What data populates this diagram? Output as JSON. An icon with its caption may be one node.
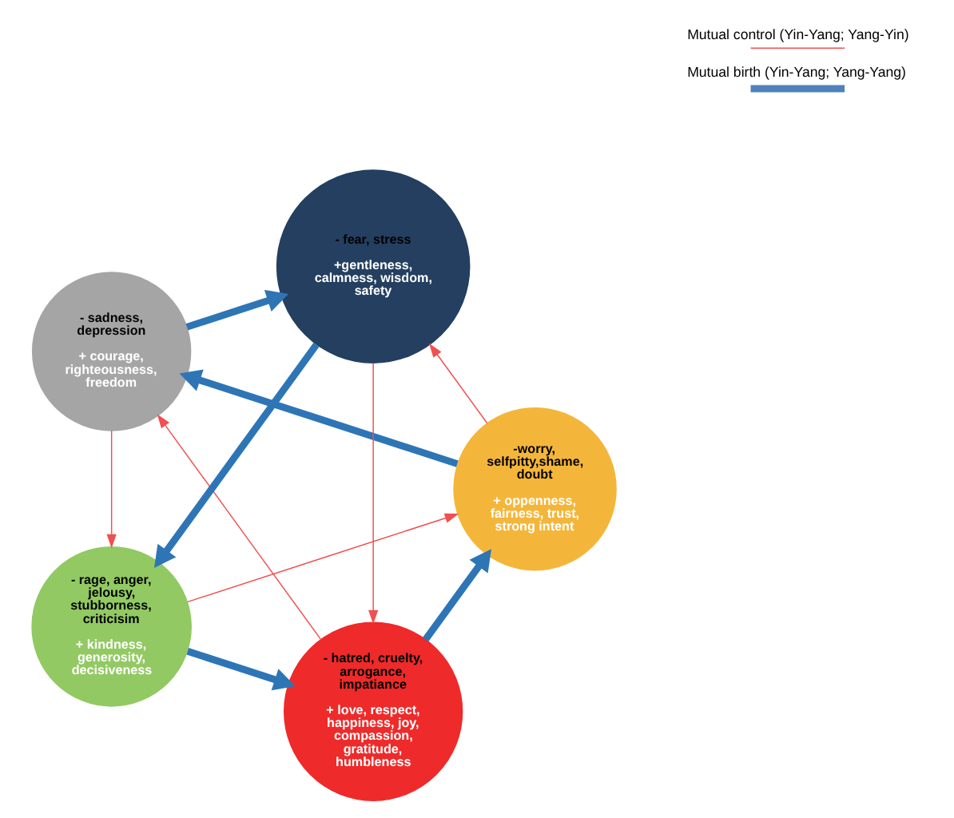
{
  "diagram": {
    "nodes": [
      {
        "text": [
          "- hatred, cruelty, arrogance, impatiance",
          "+ love, respect, happiness, joy, compassion, gratitude, humbleness"
        ]
      },
      {
        "text": [
          "-worry, selfpitty,shame, doubt",
          "+ oppenness, fairness, trust, strong intent"
        ]
      },
      {
        "text": [
          "- sadness, depression",
          "+ courage, righteousness, freedom"
        ]
      },
      {
        "text": [
          "- fear, stress",
          "+gentleness, calmness, wisdom, safety"
        ]
      },
      {
        "text": [
          "- rage, anger, jelousy, stubborness, criticisim",
          "+ kindness, generosity, decisiveness"
        ]
      }
    ],
    "edges": [
      {
        "from": 4,
        "to": 0,
        "arrow": "to",
        "style": "thick",
        "color": "#2e75b6"
      },
      {
        "from": 0,
        "to": 1,
        "arrow": "to",
        "style": "thick",
        "color": "#2e75b6"
      },
      {
        "from": 1,
        "to": 2,
        "arrow": "to",
        "style": "thick",
        "color": "#2e75b6"
      },
      {
        "from": 2,
        "to": 3,
        "arrow": "to",
        "style": "thick",
        "color": "#2e75b6"
      },
      {
        "from": 3,
        "to": 4,
        "arrow": "to",
        "style": "thick",
        "color": "#2e75b6"
      },
      {
        "from": 4,
        "to": 1,
        "arrow": "to",
        "color": "#f05050"
      },
      {
        "from": 1,
        "to": 3,
        "arrow": "to",
        "color": "#f05050"
      },
      {
        "from": 3,
        "to": 0,
        "arrow": "to",
        "color": "#f05050"
      },
      {
        "from": 0,
        "to": 2,
        "arrow": "to",
        "color": "#f05050"
      },
      {
        "from": 2,
        "to": 4,
        "arrow": "to",
        "color": "#f05050"
      }
    ],
    "legend": [
      {
        "text": "Mutual control (Yin-Yang; Yang-Yin)"
      },
      {
        "text": "Mutual birth (Yin-Yang; Yang-Yang)"
      }
    ]
  }
}
